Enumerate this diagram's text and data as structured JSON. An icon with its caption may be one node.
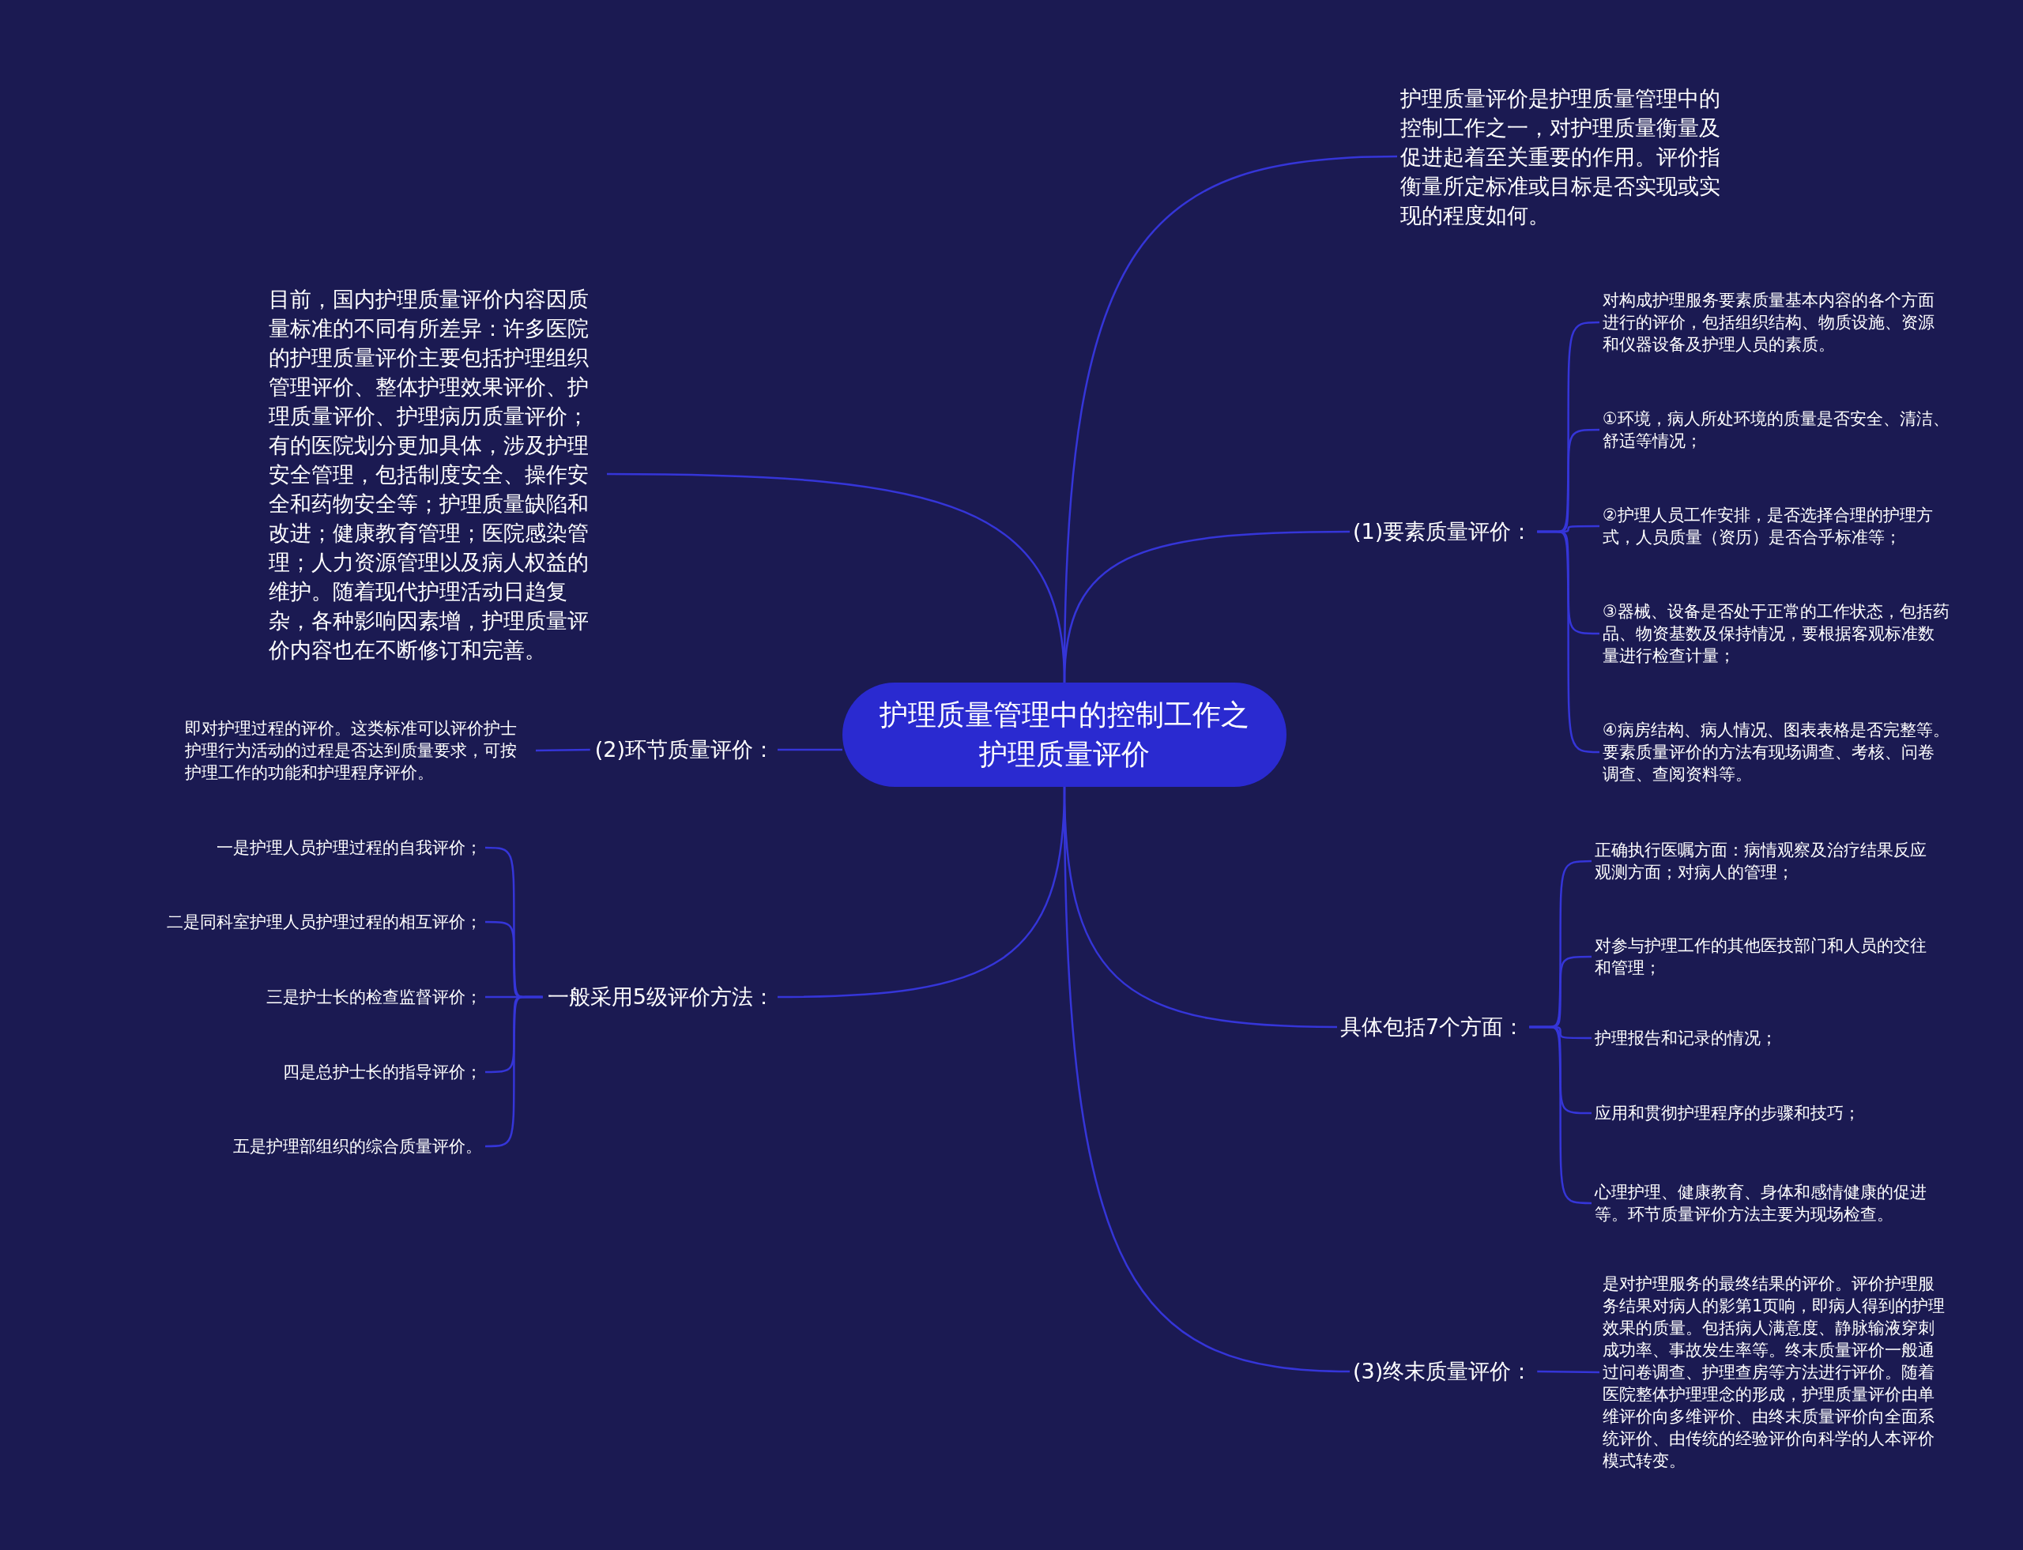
{
  "diagram": {
    "nodes": [
      {
        "text": [
          "护理质量管理中的控制工作之护理质量评价"
        ]
      },
      {
        "text": [
          "护理质量评价是护理质量管理中的控制工作之一，对护理质量衡量及促进起着至关重要的作用。评价指衡量所定标准或目标是否实现或实现的程度如何。"
        ]
      },
      {
        "text": [
          "目前，国内护理质量评价内容因质量标准的不同有所差异：许多医院的护理质量评价主要包括护理组织管理评价、整体护理效果评价、护理质量评价、护理病历质量评价；有的医院划分更加具体，涉及护理安全管理，包括制度安全、操作安全和药物安全等；护理质量缺陷和改进；健康教育管理；医院感染管理；人力资源管理以及病人权益的维护。随着现代护理活动日趋复杂，各种影响因素增，护理质量评价内容也在不断修订和完善。"
        ]
      },
      {
        "text": [
          "(1)要素质量评价："
        ]
      },
      {
        "text": [
          "对构成护理服务要素质量基本内容的各个方面进行的评价，包括组织结构、物质设施、资源和仪器设备及护理人员的素质。"
        ]
      },
      {
        "text": [
          "①环境，病人所处环境的质量是否安全、清洁、舒适等情况；"
        ]
      },
      {
        "text": [
          "②护理人员工作安排，是否选择合理的护理方式，人员质量（资历）是否合乎标准等；"
        ]
      },
      {
        "text": [
          "③器械、设备是否处于正常的工作状态，包括药品、物资基数及保持情况，要根据客观标准数量进行检查计量；"
        ]
      },
      {
        "text": [
          "④病房结构、病人情况、图表表格是否完整等。要素质量评价的方法有现场调查、考核、问卷调查、查阅资料等。"
        ]
      },
      {
        "text": [
          "(2)环节质量评价："
        ]
      },
      {
        "text": [
          "即对护理过程的评价。这类标准可以评价护士护理行为活动的过程是否达到质量要求，可按护理工作的功能和护理程序评价。"
        ]
      },
      {
        "text": [
          "一般采用5级评价方法："
        ]
      },
      {
        "text": [
          "一是护理人员护理过程的自我评价；"
        ]
      },
      {
        "text": [
          "二是同科室护理人员护理过程的相互评价；"
        ]
      },
      {
        "text": [
          "三是护士长的检查监督评价；"
        ]
      },
      {
        "text": [
          "四是总护士长的指导评价；"
        ]
      },
      {
        "text": [
          "五是护理部组织的综合质量评价。"
        ]
      },
      {
        "text": [
          "具体包括7个方面："
        ]
      },
      {
        "text": [
          "正确执行医嘱方面：病情观察及治疗结果反应观测方面；对病人的管理；"
        ]
      },
      {
        "text": [
          "对参与护理工作的其他医技部门和人员的交往和管理；"
        ]
      },
      {
        "text": [
          "护理报告和记录的情况；"
        ]
      },
      {
        "text": [
          "应用和贯彻护理程序的步骤和技巧；"
        ]
      },
      {
        "text": [
          "心理护理、健康教育、身体和感情健康的促进等。环节质量评价方法主要为现场检查。"
        ]
      },
      {
        "text": [
          "(3)终末质量评价："
        ]
      },
      {
        "text": [
          "是对护理服务的最终结果的评价。评价护理服务结果对病人的影第1页响，即病人得到的护理效果的质量。包括病人满意度、静脉输液穿刺成功率、事故发生率等。终末质量评价一般通过问卷调查、护理查房等方法进行评价。随着医院整体护理理念的形成，护理质量评价由单维评价向多维评价、由终末质量评价向全面系统评价、由传统的经验评价向科学的人本评价模式转变。"
        ]
      }
    ],
    "edges": [
      {
        "from": 0,
        "to": 1,
        "arrow": "none"
      },
      {
        "from": 0,
        "to": 2,
        "arrow": "none"
      },
      {
        "from": 0,
        "to": 3,
        "arrow": "none"
      },
      {
        "from": 3,
        "to": 4,
        "arrow": "none"
      },
      {
        "from": 3,
        "to": 5,
        "arrow": "none"
      },
      {
        "from": 3,
        "to": 6,
        "arrow": "none"
      },
      {
        "from": 3,
        "to": 7,
        "arrow": "none"
      },
      {
        "from": 3,
        "to": 8,
        "arrow": "none"
      },
      {
        "from": 0,
        "to": 9,
        "arrow": "none"
      },
      {
        "from": 9,
        "to": 10,
        "arrow": "none"
      },
      {
        "from": 0,
        "to": 11,
        "arrow": "none"
      },
      {
        "from": 11,
        "to": 12,
        "arrow": "none"
      },
      {
        "from": 11,
        "to": 13,
        "arrow": "none"
      },
      {
        "from": 11,
        "to": 14,
        "arrow": "none"
      },
      {
        "from": 11,
        "to": 15,
        "arrow": "none"
      },
      {
        "from": 11,
        "to": 16,
        "arrow": "none"
      },
      {
        "from": 0,
        "to": 17,
        "arrow": "none"
      },
      {
        "from": 17,
        "to": 18,
        "arrow": "none"
      },
      {
        "from": 17,
        "to": 19,
        "arrow": "none"
      },
      {
        "from": 17,
        "to": 20,
        "arrow": "none"
      },
      {
        "from": 17,
        "to": 21,
        "arrow": "none"
      },
      {
        "from": 17,
        "to": 22,
        "arrow": "none"
      },
      {
        "from": 0,
        "to": 23,
        "arrow": "none"
      },
      {
        "from": 23,
        "to": 24,
        "arrow": "none"
      }
    ]
  }
}
